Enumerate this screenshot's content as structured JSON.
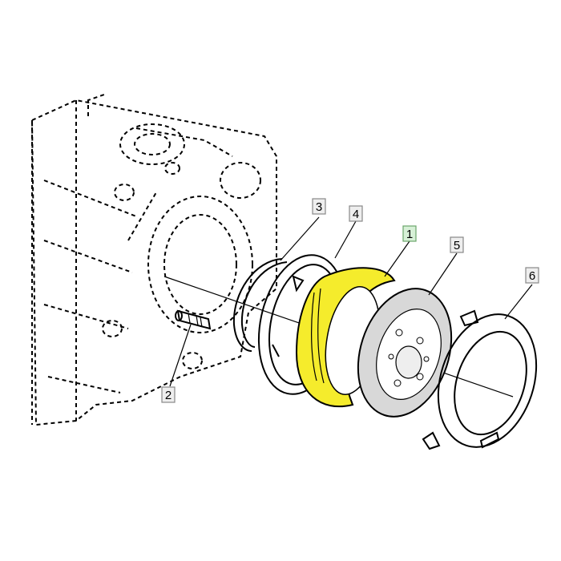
{
  "callouts": [
    {
      "id": "1",
      "label": "1",
      "highlighted": true
    },
    {
      "id": "2",
      "label": "2",
      "highlighted": false
    },
    {
      "id": "3",
      "label": "3",
      "highlighted": false
    },
    {
      "id": "4",
      "label": "4",
      "highlighted": false
    },
    {
      "id": "5",
      "label": "5",
      "highlighted": false
    },
    {
      "id": "6",
      "label": "6",
      "highlighted": false
    }
  ],
  "colors": {
    "highlight_part": "#f5ec2c",
    "highlight_box_fill": "#d7f0d7",
    "highlight_box_border": "#6aa56a",
    "box_fill": "#eeeeee",
    "box_border": "#888888",
    "line": "#000000"
  }
}
